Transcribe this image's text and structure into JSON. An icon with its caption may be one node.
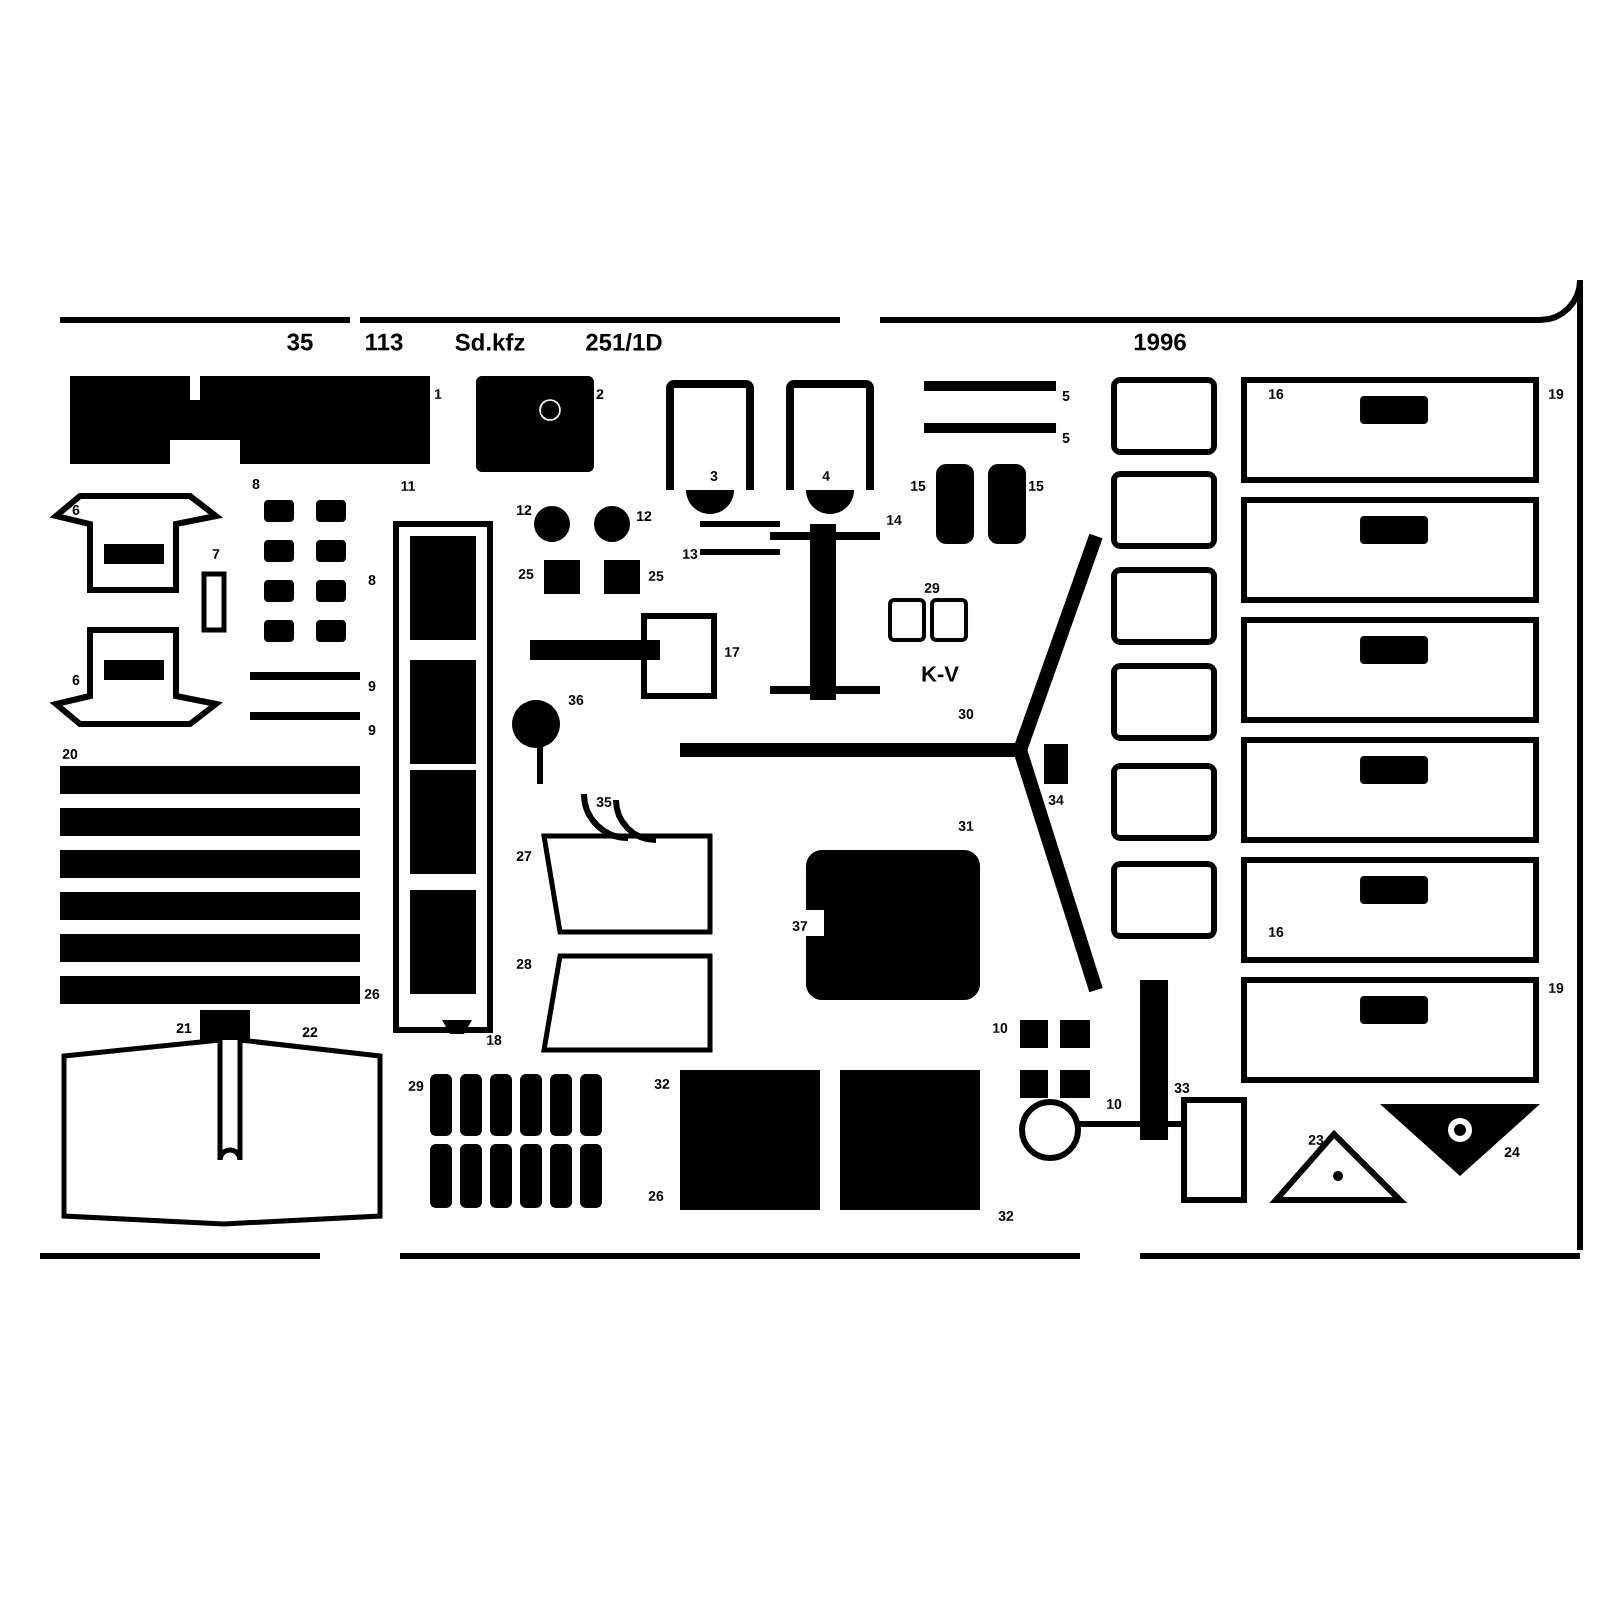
{
  "diagram": {
    "labels": [
      "35",
      "113",
      "Sd.kfz",
      "251/1D",
      "1996",
      "1",
      "2",
      "5",
      "16",
      "19",
      "5",
      "8",
      "11",
      "3",
      "4",
      "15",
      "15",
      "6",
      "12",
      "12",
      "14",
      "7",
      "13",
      "25",
      "25",
      "8",
      "29",
      "17",
      "K-V",
      "6",
      "9",
      "36",
      "30",
      "9",
      "20",
      "35",
      "34",
      "31",
      "27",
      "37",
      "16",
      "28",
      "26",
      "19",
      "21",
      "22",
      "18",
      "10",
      "29",
      "32",
      "33",
      "10",
      "23",
      "24",
      "26",
      "32"
    ]
  }
}
